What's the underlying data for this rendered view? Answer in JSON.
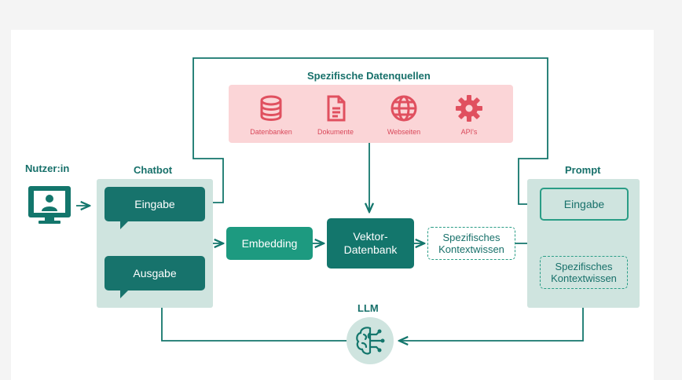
{
  "colors": {
    "teal_dark": "#17736c",
    "teal_mid": "#1d9a80",
    "teal_light": "#cfe4df",
    "pink_bg": "#fbd5d7",
    "pink_icon": "#e0505f",
    "line": "#13766c"
  },
  "sources": {
    "title": "Spezifische Datenquellen",
    "items": [
      {
        "label": "Datenbanken",
        "icon": "database-icon"
      },
      {
        "label": "Dokumente",
        "icon": "document-icon"
      },
      {
        "label": "Webseiten",
        "icon": "globe-icon"
      },
      {
        "label": "API's",
        "icon": "gear-icon"
      }
    ]
  },
  "user": {
    "label": "Nutzer:in",
    "icon": "monitor-user-icon"
  },
  "chatbot": {
    "title": "Chatbot",
    "input_label": "Eingabe",
    "output_label": "Ausgabe"
  },
  "pipeline": {
    "embedding": "Embedding",
    "vector_db": "Vektor-\nDatenbank",
    "context": "Spezifisches\nKontextwissen"
  },
  "prompt": {
    "title": "Prompt",
    "input_label": "Eingabe",
    "context_label": "Spezifisches\nKontextwissen"
  },
  "llm": {
    "label": "LLM",
    "icon": "brain-circuit-icon"
  }
}
